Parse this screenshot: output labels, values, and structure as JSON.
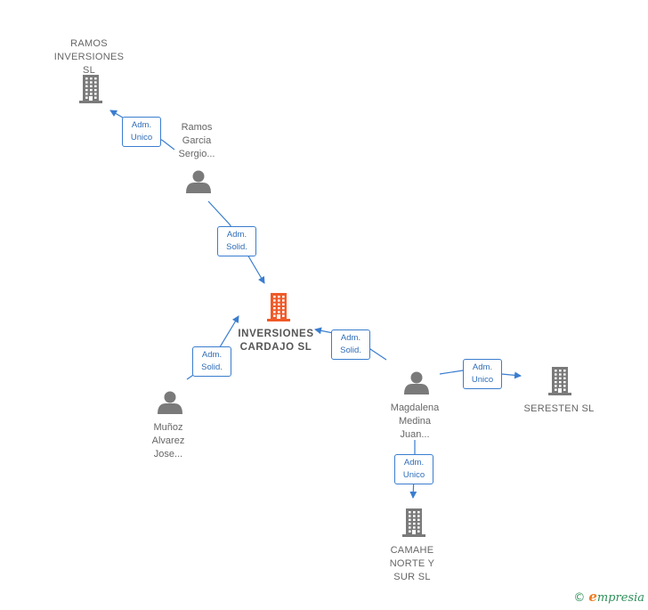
{
  "nodes": {
    "ramos_inversiones": {
      "label": "RAMOS\nINVERSIONES\nSL",
      "type": "company"
    },
    "ramos_garcia": {
      "label": "Ramos\nGarcia\nSergio...",
      "type": "person"
    },
    "inversiones_cardajo": {
      "label": "INVERSIONES\nCARDAJO  SL",
      "type": "company",
      "highlight": true
    },
    "munoz_alvarez": {
      "label": "Muñoz\nAlvarez\nJose...",
      "type": "person"
    },
    "magdalena_medina": {
      "label": "Magdalena\nMedina\nJuan...",
      "type": "person"
    },
    "seresten": {
      "label": "SERESTEN  SL",
      "type": "company"
    },
    "camahe": {
      "label": "CAMAHE\nNORTE Y\nSUR SL",
      "type": "company"
    }
  },
  "edges": [
    {
      "from": "ramos_garcia",
      "to": "ramos_inversiones",
      "label": "Adm.\nUnico"
    },
    {
      "from": "ramos_garcia",
      "to": "inversiones_cardajo",
      "label": "Adm.\nSolid."
    },
    {
      "from": "munoz_alvarez",
      "to": "inversiones_cardajo",
      "label": "Adm.\nSolid."
    },
    {
      "from": "magdalena_medina",
      "to": "inversiones_cardajo",
      "label": "Adm.\nSolid."
    },
    {
      "from": "magdalena_medina",
      "to": "seresten",
      "label": "Adm.\nUnico"
    },
    {
      "from": "magdalena_medina",
      "to": "camahe",
      "label": "Adm.\nUnico"
    }
  ],
  "colors": {
    "company_icon": "#7a7a7a",
    "highlight_icon": "#f05a28",
    "person_icon": "#7a7a7a",
    "edge": "#3a7dcf"
  },
  "footer": {
    "copyright": "©",
    "brand_e": "e",
    "brand_rest": "mpresia"
  }
}
